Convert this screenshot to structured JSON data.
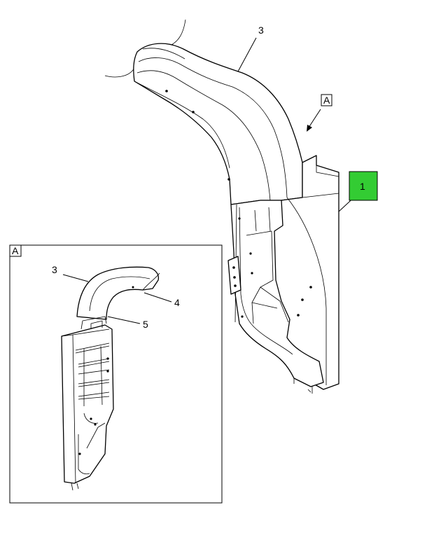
{
  "callouts": {
    "main_3": "3",
    "main_1": "1",
    "view_ref": "A",
    "detail_title": "A",
    "detail_3": "3",
    "detail_4": "4",
    "detail_5": "5"
  },
  "highlight_color": "#33cc33"
}
